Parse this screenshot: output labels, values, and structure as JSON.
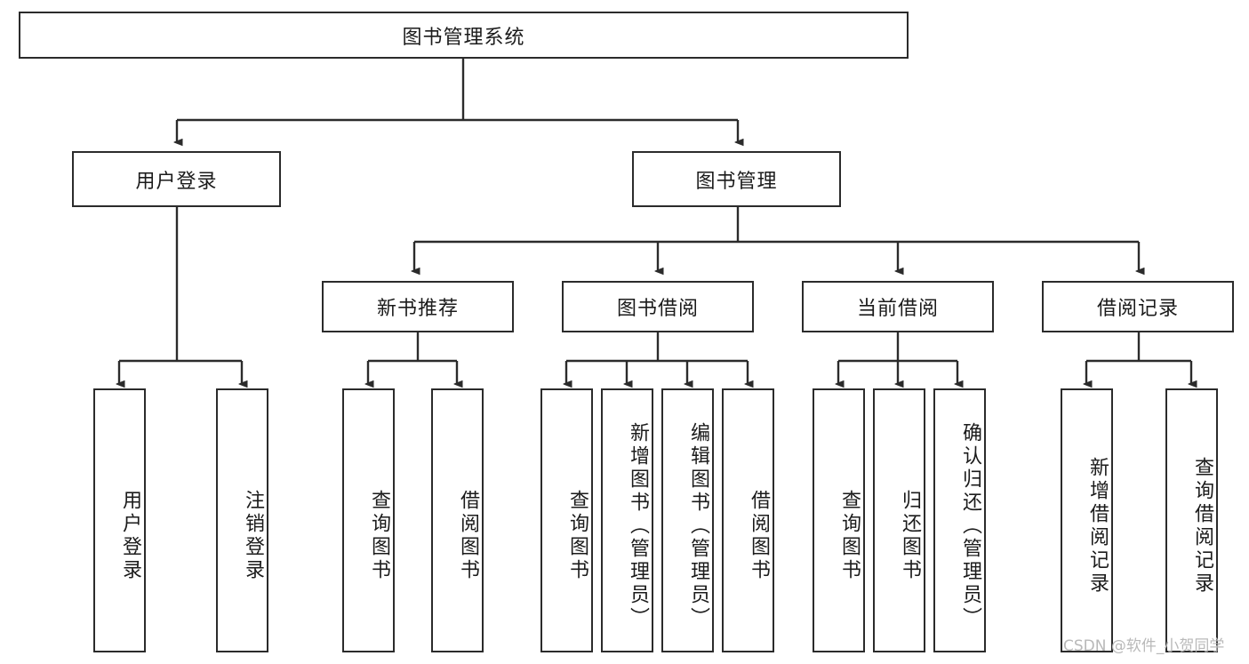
{
  "diagram": {
    "type": "tree",
    "title": "图书管理系统",
    "root": {
      "id": "root",
      "label": "图书管理系统"
    },
    "level2": [
      {
        "id": "user-login",
        "label": "用户登录"
      },
      {
        "id": "book-manage",
        "label": "图书管理"
      }
    ],
    "level3": [
      {
        "id": "new-book-rec",
        "label": "新书推荐",
        "parent": "book-manage"
      },
      {
        "id": "book-borrow",
        "label": "图书借阅",
        "parent": "book-manage"
      },
      {
        "id": "current-borrow",
        "label": "当前借阅",
        "parent": "book-manage"
      },
      {
        "id": "borrow-record",
        "label": "借阅记录",
        "parent": "book-manage"
      }
    ],
    "leaves": [
      {
        "id": "leaf-user-login",
        "label": "用户登录",
        "parent": "user-login"
      },
      {
        "id": "leaf-user-logout",
        "label": "注销登录",
        "parent": "user-login"
      },
      {
        "id": "leaf-query-book-1",
        "label": "查询图书",
        "parent": "new-book-rec"
      },
      {
        "id": "leaf-borrow-book-1",
        "label": "借阅图书",
        "parent": "new-book-rec"
      },
      {
        "id": "leaf-query-book-2",
        "label": "查询图书",
        "parent": "book-borrow"
      },
      {
        "id": "leaf-add-book",
        "label": "新增图书（管理员）",
        "parent": "book-borrow"
      },
      {
        "id": "leaf-edit-book",
        "label": "编辑图书（管理员）",
        "parent": "book-borrow"
      },
      {
        "id": "leaf-borrow-book-2",
        "label": "借阅图书",
        "parent": "book-borrow"
      },
      {
        "id": "leaf-query-book-3",
        "label": "查询图书",
        "parent": "current-borrow"
      },
      {
        "id": "leaf-return-book",
        "label": "归还图书",
        "parent": "current-borrow"
      },
      {
        "id": "leaf-confirm-return",
        "label": "确认归还（管理员）",
        "parent": "current-borrow"
      },
      {
        "id": "leaf-add-record",
        "label": "新增借阅记录",
        "parent": "borrow-record"
      },
      {
        "id": "leaf-query-record",
        "label": "查询借阅记录",
        "parent": "borrow-record"
      }
    ],
    "colors": {
      "border": "#2b2b2b",
      "text": "#1b1b1b",
      "background": "#ffffff",
      "watermark": "#b9b9b9"
    }
  },
  "watermark": {
    "text": "CSDN @软件_小贺同学"
  }
}
